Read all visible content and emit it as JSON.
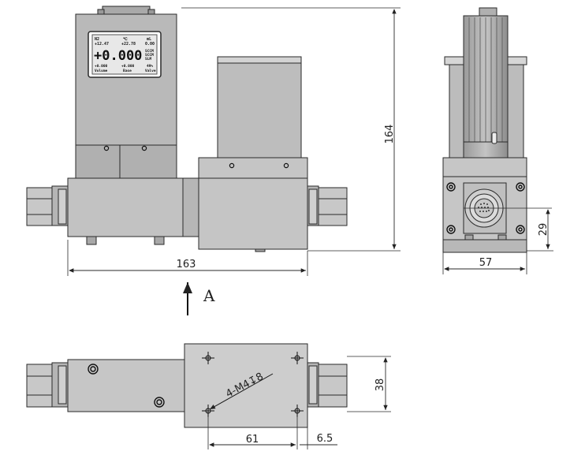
{
  "dimensions": {
    "width": "163",
    "height": "164",
    "depth": "57",
    "port_height": "29",
    "bottom_width": "38",
    "hole_spacing": "61",
    "hole_offset": "6.5",
    "thread_spec": "4-M4↧8"
  },
  "view": {
    "arrow_label": "A"
  },
  "lcd": {
    "gas": "N2",
    "temp_unit": "℃",
    "unit_top": "mL",
    "val_left": "+12.47",
    "val_mid": "+22.78",
    "val_right": "0.00",
    "main_value": "+0.000",
    "unit_1": "SCCM",
    "unit_2": "SCCM",
    "unit_3": "SLM",
    "bottom_left_val": "+0.000",
    "bottom_mid_val": "+0.000",
    "bottom_right_val": "49%",
    "bottom_left_label": "Volume",
    "bottom_mid_label": "Base",
    "bottom_right_label": "Valve"
  },
  "colors": {
    "body_gray": "#b9b9b9",
    "body_light": "#d7d7d7",
    "body_dark": "#8f8f8f",
    "line": "#2a2a2a",
    "lcd_bg": "#e8e8e8"
  }
}
